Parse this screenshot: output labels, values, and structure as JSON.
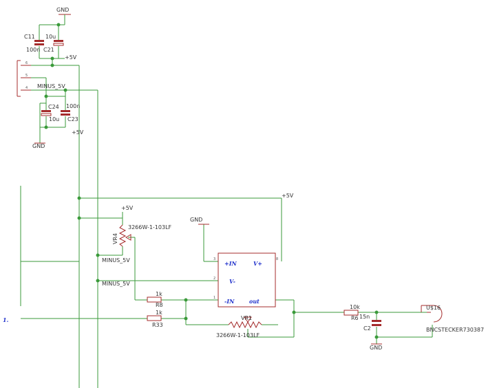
{
  "colors": {
    "wire": "#3a9a3a",
    "component": "#a42b2b",
    "text": "#333333",
    "annotation": "#2233cc",
    "junction": "#3a9a3a"
  },
  "power": {
    "gnd_top": "GND",
    "gnd_mid": "GND",
    "gnd_amp": "GND",
    "gnd_filter": "GND",
    "p5v_a": "+5V",
    "p5v_b": "+5V",
    "p5v_rail": "+5V",
    "p5v_pot": "+5V",
    "minus5v_conn": "MINUS_5V",
    "minus5v_a": "MINUS_5V",
    "minus5v_b": "MINUS_5V"
  },
  "components": {
    "c11_name": "C11",
    "c11_value": "100n",
    "c21_value": "10u",
    "c21_name": "C21",
    "c24_name": "C24",
    "c24_value": "10u",
    "c23_value": "100n",
    "c23_name": "C23",
    "vr4_name": "VR4",
    "vr4_part": "3266W-1-103LF",
    "r8_value": "1k",
    "r8_name": "R8",
    "r33_value": "1k",
    "r33_name": "R33",
    "vr1_name": "VR1",
    "vr1_part": "3266W-1-103LF",
    "r6_value": "10k",
    "r6_name": "R6",
    "c2_value": "15n",
    "c2_name": "C2",
    "bnc_name": "U$16",
    "bnc_part": "BNCSTECKER730387"
  },
  "connector_pins": [
    "6",
    "5",
    "4"
  ],
  "opamp_pins": [
    "3",
    "2",
    "1",
    "8"
  ],
  "annotations": {
    "plus_in": "+IN",
    "v_plus": "V+",
    "v_minus": "V-",
    "minus_in": "-IN",
    "out": "out",
    "marker": "1."
  }
}
